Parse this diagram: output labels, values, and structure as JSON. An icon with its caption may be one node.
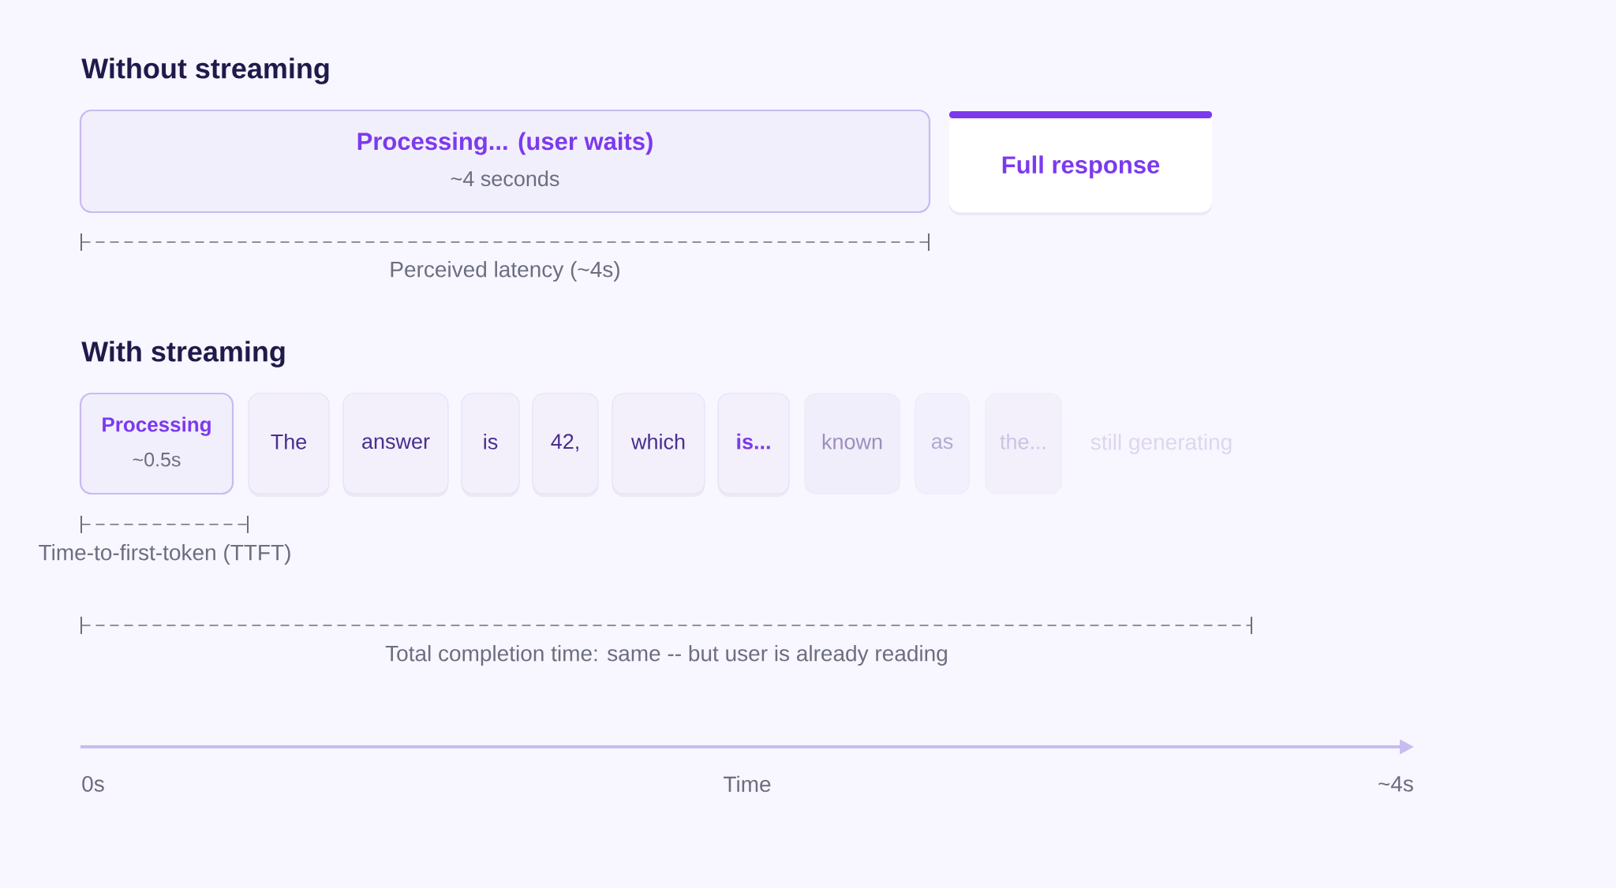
{
  "diagram": {
    "nodes": [
      {
        "text": [
          "Processing... (user waits)",
          "~4 seconds"
        ]
      },
      {
        "text": [
          "Full response"
        ]
      },
      {
        "text": [
          "Processing",
          "~0.5s"
        ]
      },
      {
        "text": [
          "The"
        ]
      },
      {
        "text": [
          "answer"
        ]
      },
      {
        "text": [
          "is"
        ]
      },
      {
        "text": [
          "42,"
        ]
      },
      {
        "text": [
          "which"
        ]
      },
      {
        "text": [
          "is..."
        ]
      },
      {
        "text": [
          "known"
        ]
      },
      {
        "text": [
          "as"
        ]
      },
      {
        "text": [
          "the..."
        ]
      }
    ],
    "labels": [
      "Without streaming",
      "Perceived latency (~4s)",
      "With streaming",
      "still generating",
      "Time-to-first-token (TTFT)",
      "Total completion time: same -- but user is already reading",
      "0s",
      "Time",
      "~4s"
    ]
  }
}
